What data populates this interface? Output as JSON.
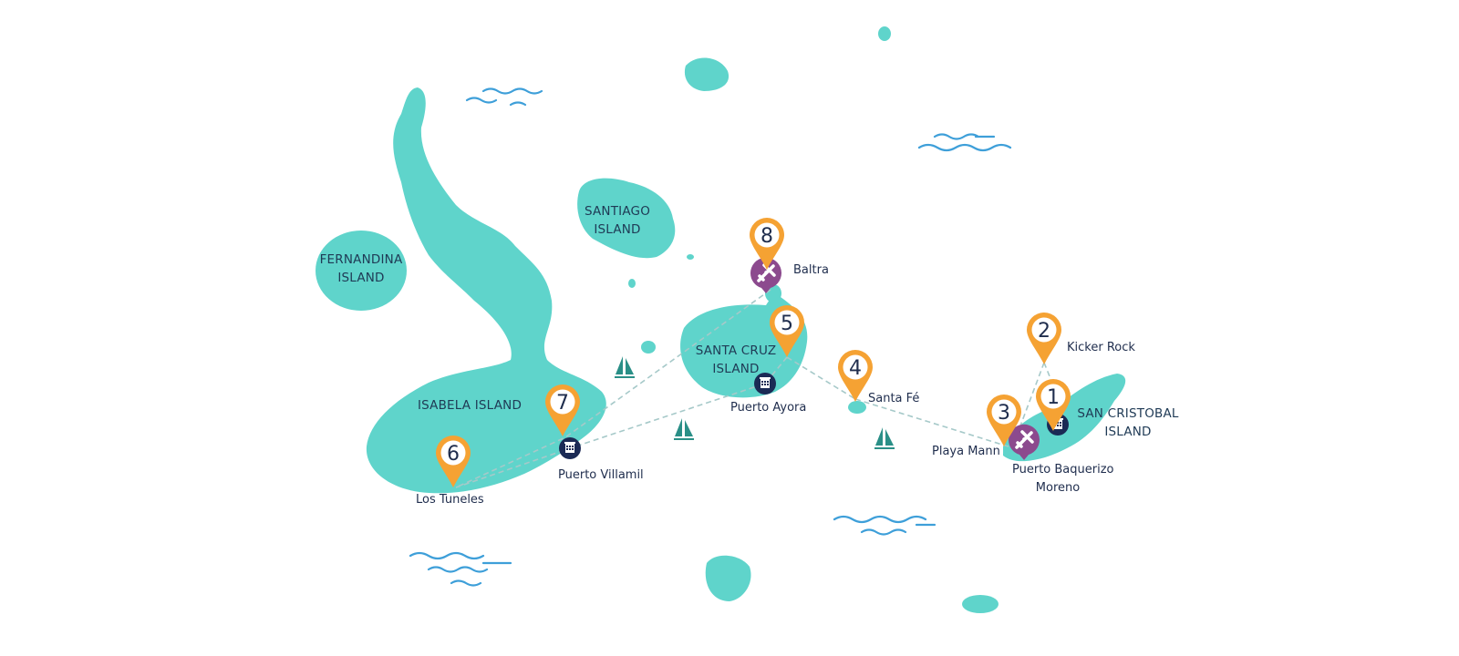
{
  "colors": {
    "island": "#5fd4cb",
    "pin": "#f5a233",
    "airport": "#8c4a8e",
    "hotel": "#1b2a55",
    "wave": "#3e9fd9",
    "route": "#a6c9c9"
  },
  "islands": [
    {
      "name": "FERNANDINA",
      "suffix": "ISLAND"
    },
    {
      "name": "SANTIAGO",
      "suffix": "ISLAND"
    },
    {
      "name": "ISABELA ISLAND"
    },
    {
      "name": "SANTA CRUZ",
      "suffix": "ISLAND"
    },
    {
      "name": "SAN CRISTOBAL",
      "suffix": "ISLAND"
    }
  ],
  "stops": [
    {
      "number": "1"
    },
    {
      "number": "2",
      "label": "Kicker Rock"
    },
    {
      "number": "3",
      "label": "Playa Mann"
    },
    {
      "number": "4",
      "label": "Santa Fé"
    },
    {
      "number": "5"
    },
    {
      "number": "6",
      "label": "Los Tuneles"
    },
    {
      "number": "7"
    },
    {
      "number": "8",
      "label": "Baltra"
    }
  ],
  "hotels": [
    {
      "label": "Puerto Ayora",
      "icon": "hotel-icon"
    },
    {
      "label": "Puerto Villamil",
      "icon": "hotel-icon"
    },
    {
      "label": "Puerto Baquerizo",
      "label2": "Moreno",
      "icon": "hotel-icon"
    }
  ],
  "airports": [
    {
      "icon": "airplane-icon"
    },
    {
      "icon": "airplane-icon"
    }
  ]
}
